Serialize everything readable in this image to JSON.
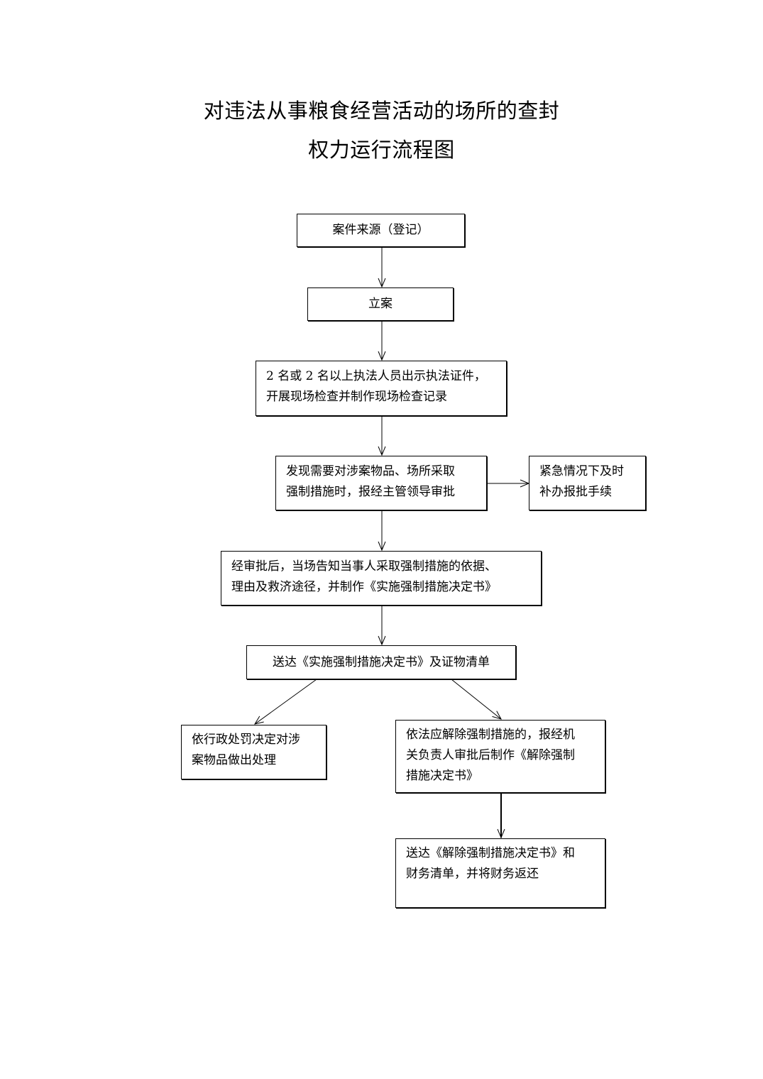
{
  "title": {
    "line1": "对违法从事粮食经营活动的场所的查封",
    "line2": "权力运行流程图"
  },
  "steps": {
    "case_source": "案件来源（登记）",
    "filing": "立案",
    "inspection": {
      "line1": "2 名或 2 名以上执法人员出示执法证件，",
      "line2": "开展现场检查并制作现场检查记录"
    },
    "approval": {
      "line1": "发现需要对涉案物品、场所采取",
      "line2": "强制措施时，报经主管领导审批"
    },
    "emergency": {
      "line1": "紧急情况下及时",
      "line2": "补办报批手续"
    },
    "notify": {
      "line1": "经审批后，当场告知当事人采取强制措施的依据、",
      "line2": "理由及救济途径，并制作《实施强制措施决定书》"
    },
    "deliver": "送达《实施强制措施决定书》及证物清单",
    "penalty": {
      "line1": "依行政处罚决定对涉",
      "line2": "案物品做出处理"
    },
    "release": {
      "line1": "依法应解除强制措施的，报经机",
      "line2": "关负责人审批后制作《解除强制",
      "line3": "措施决定书》"
    },
    "return": {
      "line1": "送达《解除强制措施决定书》和",
      "line2": "财务清单，并将财务返还"
    }
  }
}
